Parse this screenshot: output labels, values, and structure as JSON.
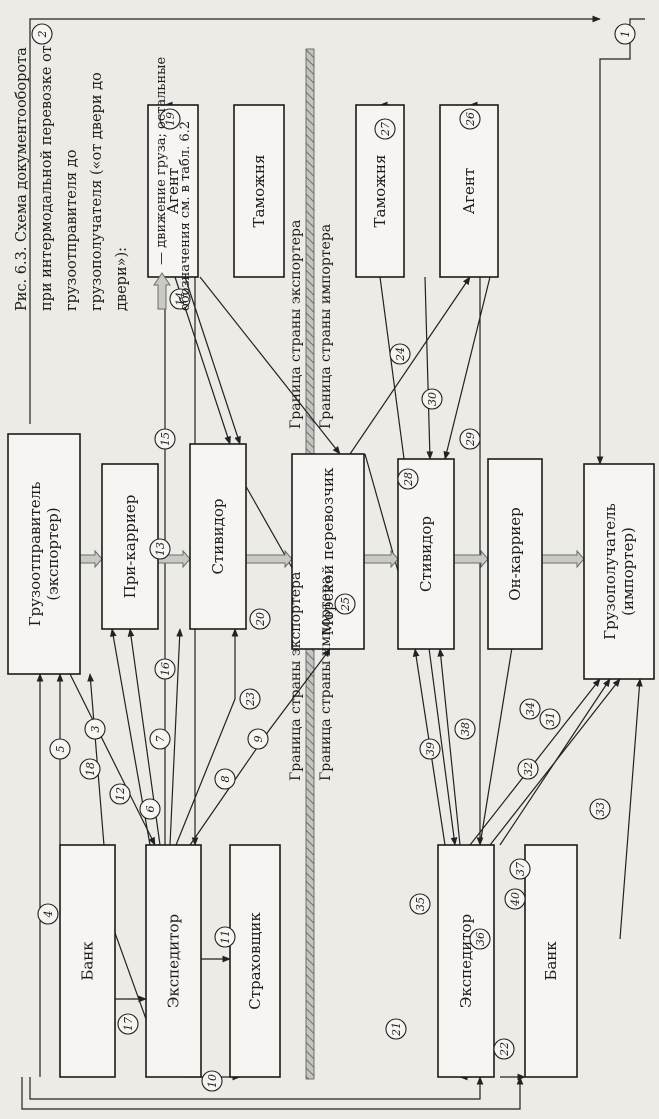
{
  "caption": {
    "title": "Рис. 6.3. Схема документооборота при интермодальной перевозке от грузоотправителя до грузополучателя («от двери до двери»):",
    "legend_text": "— движение груза; остальные обозначения см. в табл. 6.2"
  },
  "borders": {
    "left_top": "Граница страны экспортера",
    "left_bottom": "Граница страны импортера",
    "right_top": "Граница страны экспортера",
    "right_bottom": "Граница страны импортера"
  },
  "colors": {
    "cargo_flow": "#c9c9c6",
    "border_hatch": "#8a8a86",
    "lines": "#222222"
  },
  "legend_icon": "cargo-flow-arrow-icon",
  "boxes": [
    {
      "id": "shipper",
      "lines": [
        "Грузоотправитель",
        "(экспортер)"
      ]
    },
    {
      "id": "pre_carrier",
      "lines": [
        "При-карриер"
      ]
    },
    {
      "id": "stevedore_exp",
      "lines": [
        "Стивидор"
      ]
    },
    {
      "id": "agent_exp",
      "lines": [
        "Агент"
      ]
    },
    {
      "id": "customs_exp",
      "lines": [
        "Таможня"
      ]
    },
    {
      "id": "bank_exp",
      "lines": [
        "Банк"
      ]
    },
    {
      "id": "forwarder_exp",
      "lines": [
        "Экспедитор"
      ]
    },
    {
      "id": "insurer",
      "lines": [
        "Страховщик"
      ]
    },
    {
      "id": "sea_carrier",
      "lines": [
        "Морской перевозчик"
      ]
    },
    {
      "id": "stevedore_imp",
      "lines": [
        "Стивидор"
      ]
    },
    {
      "id": "customs_imp",
      "lines": [
        "Таможня"
      ]
    },
    {
      "id": "agent_imp",
      "lines": [
        "Агент"
      ]
    },
    {
      "id": "on_carrier",
      "lines": [
        "Он-карриер"
      ]
    },
    {
      "id": "consignee",
      "lines": [
        "Грузополучатель",
        "(импортер)"
      ]
    },
    {
      "id": "forwarder_imp",
      "lines": [
        "Экспедитор"
      ]
    },
    {
      "id": "bank_imp",
      "lines": [
        "Банк"
      ]
    }
  ],
  "numbers": [
    "1",
    "2",
    "3",
    "4",
    "5",
    "6",
    "7",
    "8",
    "9",
    "10",
    "11",
    "12",
    "13",
    "14",
    "15",
    "16",
    "17",
    "18",
    "19",
    "20",
    "21",
    "22",
    "23",
    "24",
    "25",
    "26",
    "27",
    "28",
    "29",
    "30",
    "31",
    "32",
    "33",
    "34",
    "35",
    "36",
    "37",
    "38",
    "39",
    "40"
  ]
}
